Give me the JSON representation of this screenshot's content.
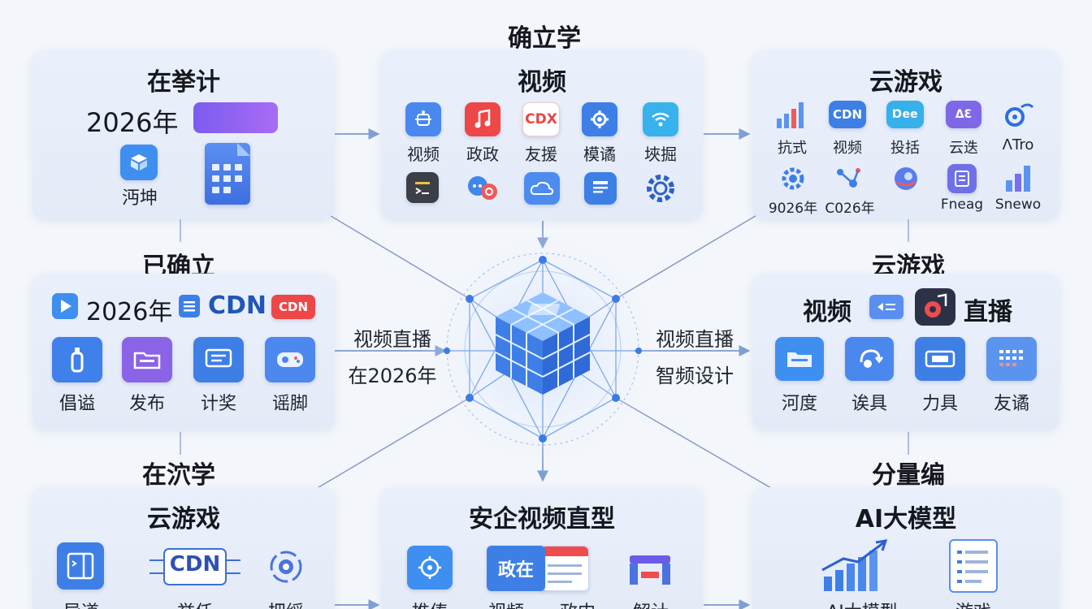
{
  "top_label": "确立学",
  "left_mid_label": "已确立",
  "left_bottom_label": "在泬学",
  "right_mid_label": "云游戏",
  "right_bottom_label": "分量编",
  "flow_left": [
    "视频直播",
    "在2026年"
  ],
  "flow_right": [
    "视频直播",
    "智频设计"
  ],
  "card_tl": {
    "title": "在挙计",
    "year": "2026年",
    "caption": "沔坤"
  },
  "card_tc": {
    "title": "视频",
    "row1": [
      "视频",
      "政政",
      "友援",
      "模谲",
      "埉掘"
    ],
    "cdx_text": "CDX"
  },
  "card_tr": {
    "title": "云游戏",
    "row1": [
      "抗式",
      "视频",
      "投括",
      "云迭",
      "ΛTro"
    ],
    "row2": [
      "9026年",
      "C026年",
      "",
      "Fneag",
      "Snewo"
    ],
    "cdn_text": "CDN",
    "dee_text": "Ɒee",
    "as_text": "ΔƐ"
  },
  "card_ml": {
    "year": "2026年",
    "cdn_text": "CDN",
    "cdn_badge": "CDN",
    "captions": [
      "倡谥",
      "发布",
      "计奖",
      "谣脚"
    ]
  },
  "card_mr": {
    "left_text": "视频",
    "right_text": "直播",
    "captions": [
      "河度",
      "诶具",
      "力具",
      "友谲"
    ]
  },
  "card_bl": {
    "title": "云游戏",
    "cdn_text": "CDN",
    "captions": [
      "导道",
      "举任",
      "把绥"
    ]
  },
  "card_bc": {
    "title": "安企视频直型",
    "policy_text": "政在",
    "captions": [
      "推俦",
      "视频",
      "政内",
      "解计"
    ]
  },
  "card_br": {
    "title": "AI大模型",
    "captions": [
      "AI大模型",
      "游戏"
    ]
  },
  "colors": {
    "blue": "#3f7ee8",
    "light_blue": "#5aa7f2",
    "purple": "#8a63e6",
    "red": "#ef4d4d",
    "cyan": "#38b6ea",
    "cube_blue": "#4c8cf0",
    "line": "#7fa0d6"
  }
}
